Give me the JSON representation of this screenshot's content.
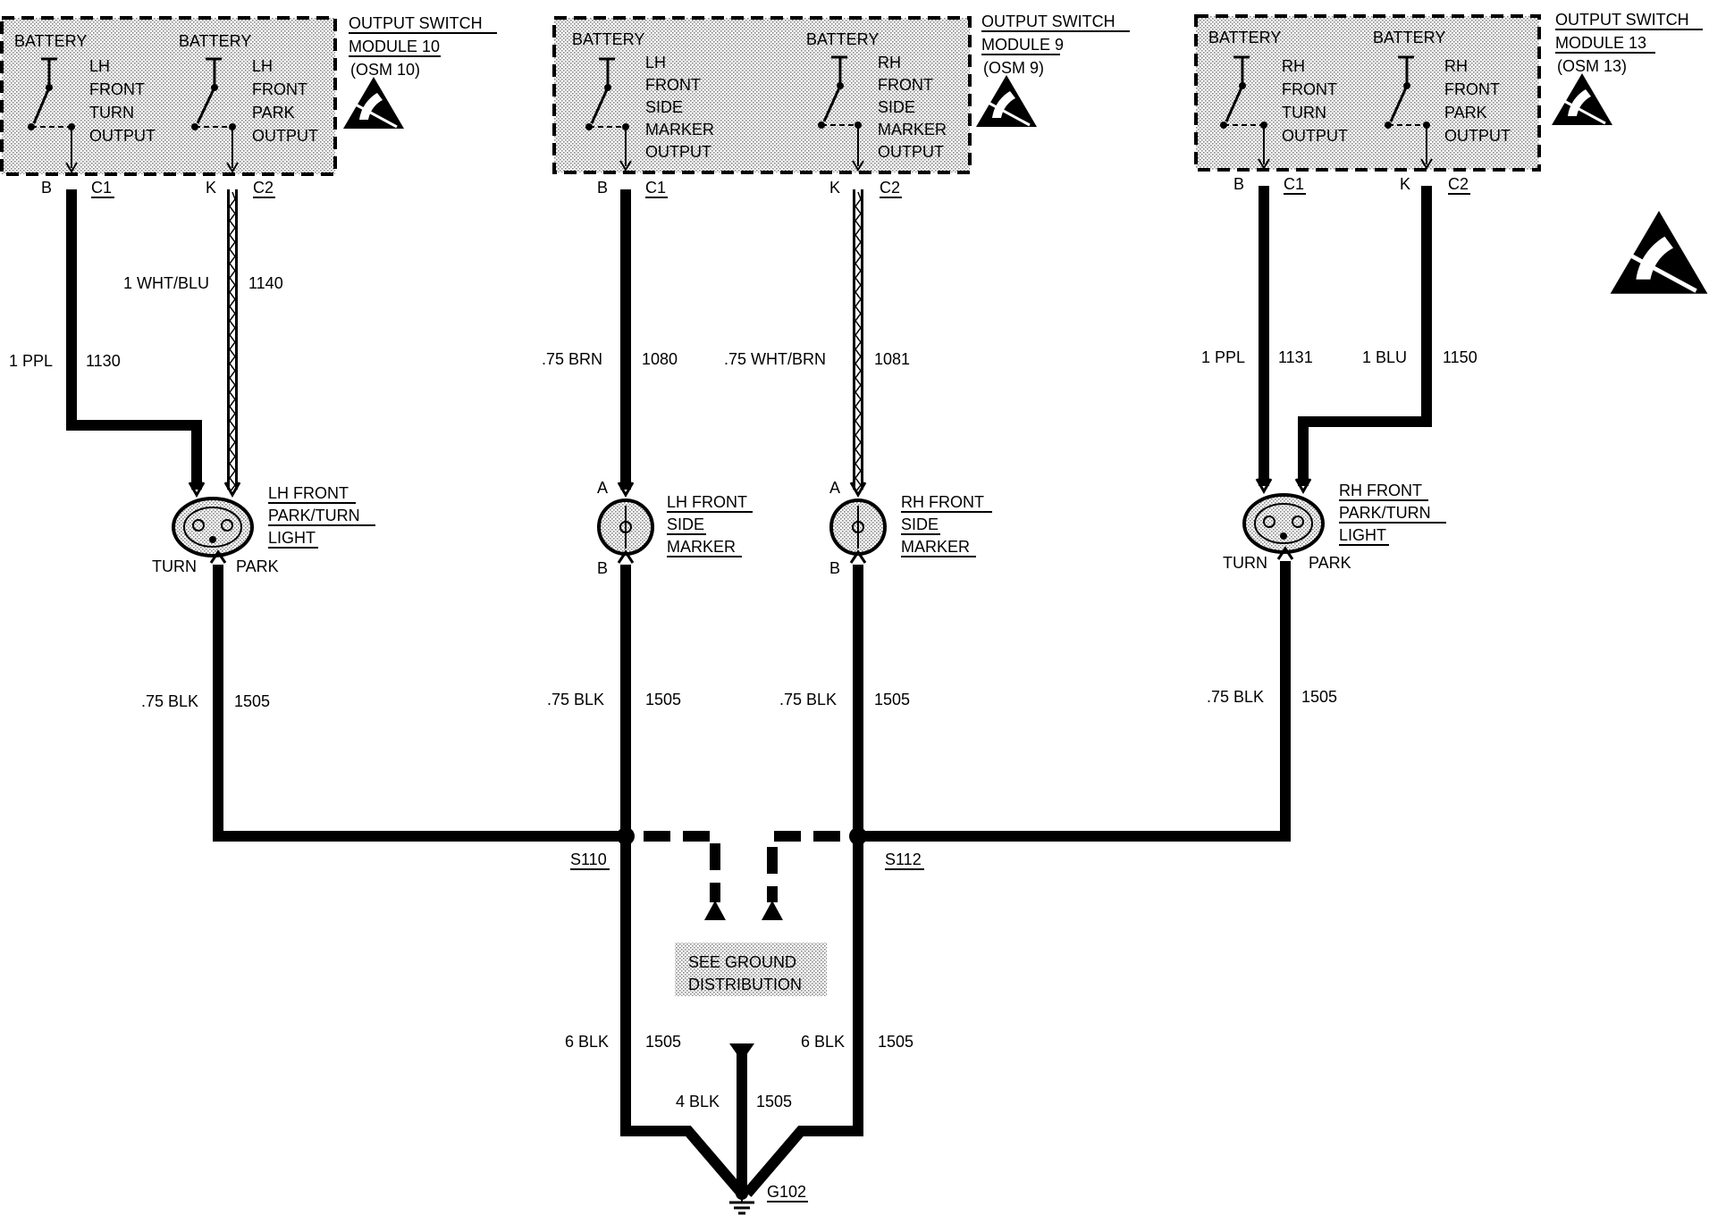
{
  "modules": [
    {
      "name_line1": "OUTPUT SWITCH",
      "name_line2": "MODULE 10",
      "name_line3": "(OSM 10)",
      "sw1": {
        "battery": "BATTERY",
        "lines": [
          "LH",
          "FRONT",
          "TURN",
          "OUTPUT"
        ]
      },
      "sw2": {
        "battery": "BATTERY",
        "lines": [
          "LH",
          "FRONT",
          "PARK",
          "OUTPUT"
        ]
      }
    },
    {
      "name_line1": "OUTPUT SWITCH",
      "name_line2": "MODULE 9",
      "name_line3": "(OSM 9)",
      "sw1": {
        "battery": "BATTERY",
        "lines": [
          "LH",
          "FRONT",
          "SIDE",
          "MARKER",
          "OUTPUT"
        ]
      },
      "sw2": {
        "battery": "BATTERY",
        "lines": [
          "RH",
          "FRONT",
          "SIDE",
          "MARKER",
          "OUTPUT"
        ]
      }
    },
    {
      "name_line1": "OUTPUT SWITCH",
      "name_line2": "MODULE 13",
      "name_line3": "(OSM 13)",
      "sw1": {
        "battery": "BATTERY",
        "lines": [
          "RH",
          "FRONT",
          "TURN",
          "OUTPUT"
        ]
      },
      "sw2": {
        "battery": "BATTERY",
        "lines": [
          "RH",
          "FRONT",
          "PARK",
          "OUTPUT"
        ]
      }
    }
  ],
  "connectors": {
    "pinB": "B",
    "pinK": "K",
    "c1": "C1",
    "c2": "C2"
  },
  "wires": {
    "w1130": {
      "gauge": "1 PPL",
      "circuit": "1130"
    },
    "w1140": {
      "gauge": "1 WHT/BLU",
      "circuit": "1140"
    },
    "w1080": {
      "gauge": ".75 BRN",
      "circuit": "1080"
    },
    "w1081": {
      "gauge": ".75 WHT/BRN",
      "circuit": "1081"
    },
    "w1131": {
      "gauge": "1 PPL",
      "circuit": "1131"
    },
    "w1150": {
      "gauge": "1 BLU",
      "circuit": "1150"
    },
    "g1": {
      "gauge": ".75 BLK",
      "circuit": "1505"
    },
    "g2": {
      "gauge": ".75 BLK",
      "circuit": "1505"
    },
    "g3": {
      "gauge": ".75 BLK",
      "circuit": "1505"
    },
    "g4": {
      "gauge": ".75 BLK",
      "circuit": "1505"
    },
    "g5": {
      "gauge": "6 BLK",
      "circuit": "1505"
    },
    "g6": {
      "gauge": "6 BLK",
      "circuit": "1505"
    },
    "g7": {
      "gauge": "4 BLK",
      "circuit": "1505"
    }
  },
  "lamps": {
    "lh_park_turn": {
      "l1": "LH FRONT",
      "l2": "PARK/TURN",
      "l3": "LIGHT",
      "turn": "TURN",
      "park": "PARK"
    },
    "lh_side": {
      "l1": "LH FRONT",
      "l2": "SIDE",
      "l3": "MARKER",
      "a": "A",
      "b": "B"
    },
    "rh_side": {
      "l1": "RH FRONT",
      "l2": "SIDE",
      "l3": "MARKER",
      "a": "A",
      "b": "B"
    },
    "rh_park_turn": {
      "l1": "RH FRONT",
      "l2": "PARK/TURN",
      "l3": "LIGHT",
      "turn": "TURN",
      "park": "PARK"
    }
  },
  "splices": {
    "s110": "S110",
    "s112": "S112"
  },
  "ground_note": {
    "line1": "SEE GROUND",
    "line2": "DISTRIBUTION"
  },
  "ground": "G102",
  "icons": [
    "esd-warning-icon"
  ]
}
